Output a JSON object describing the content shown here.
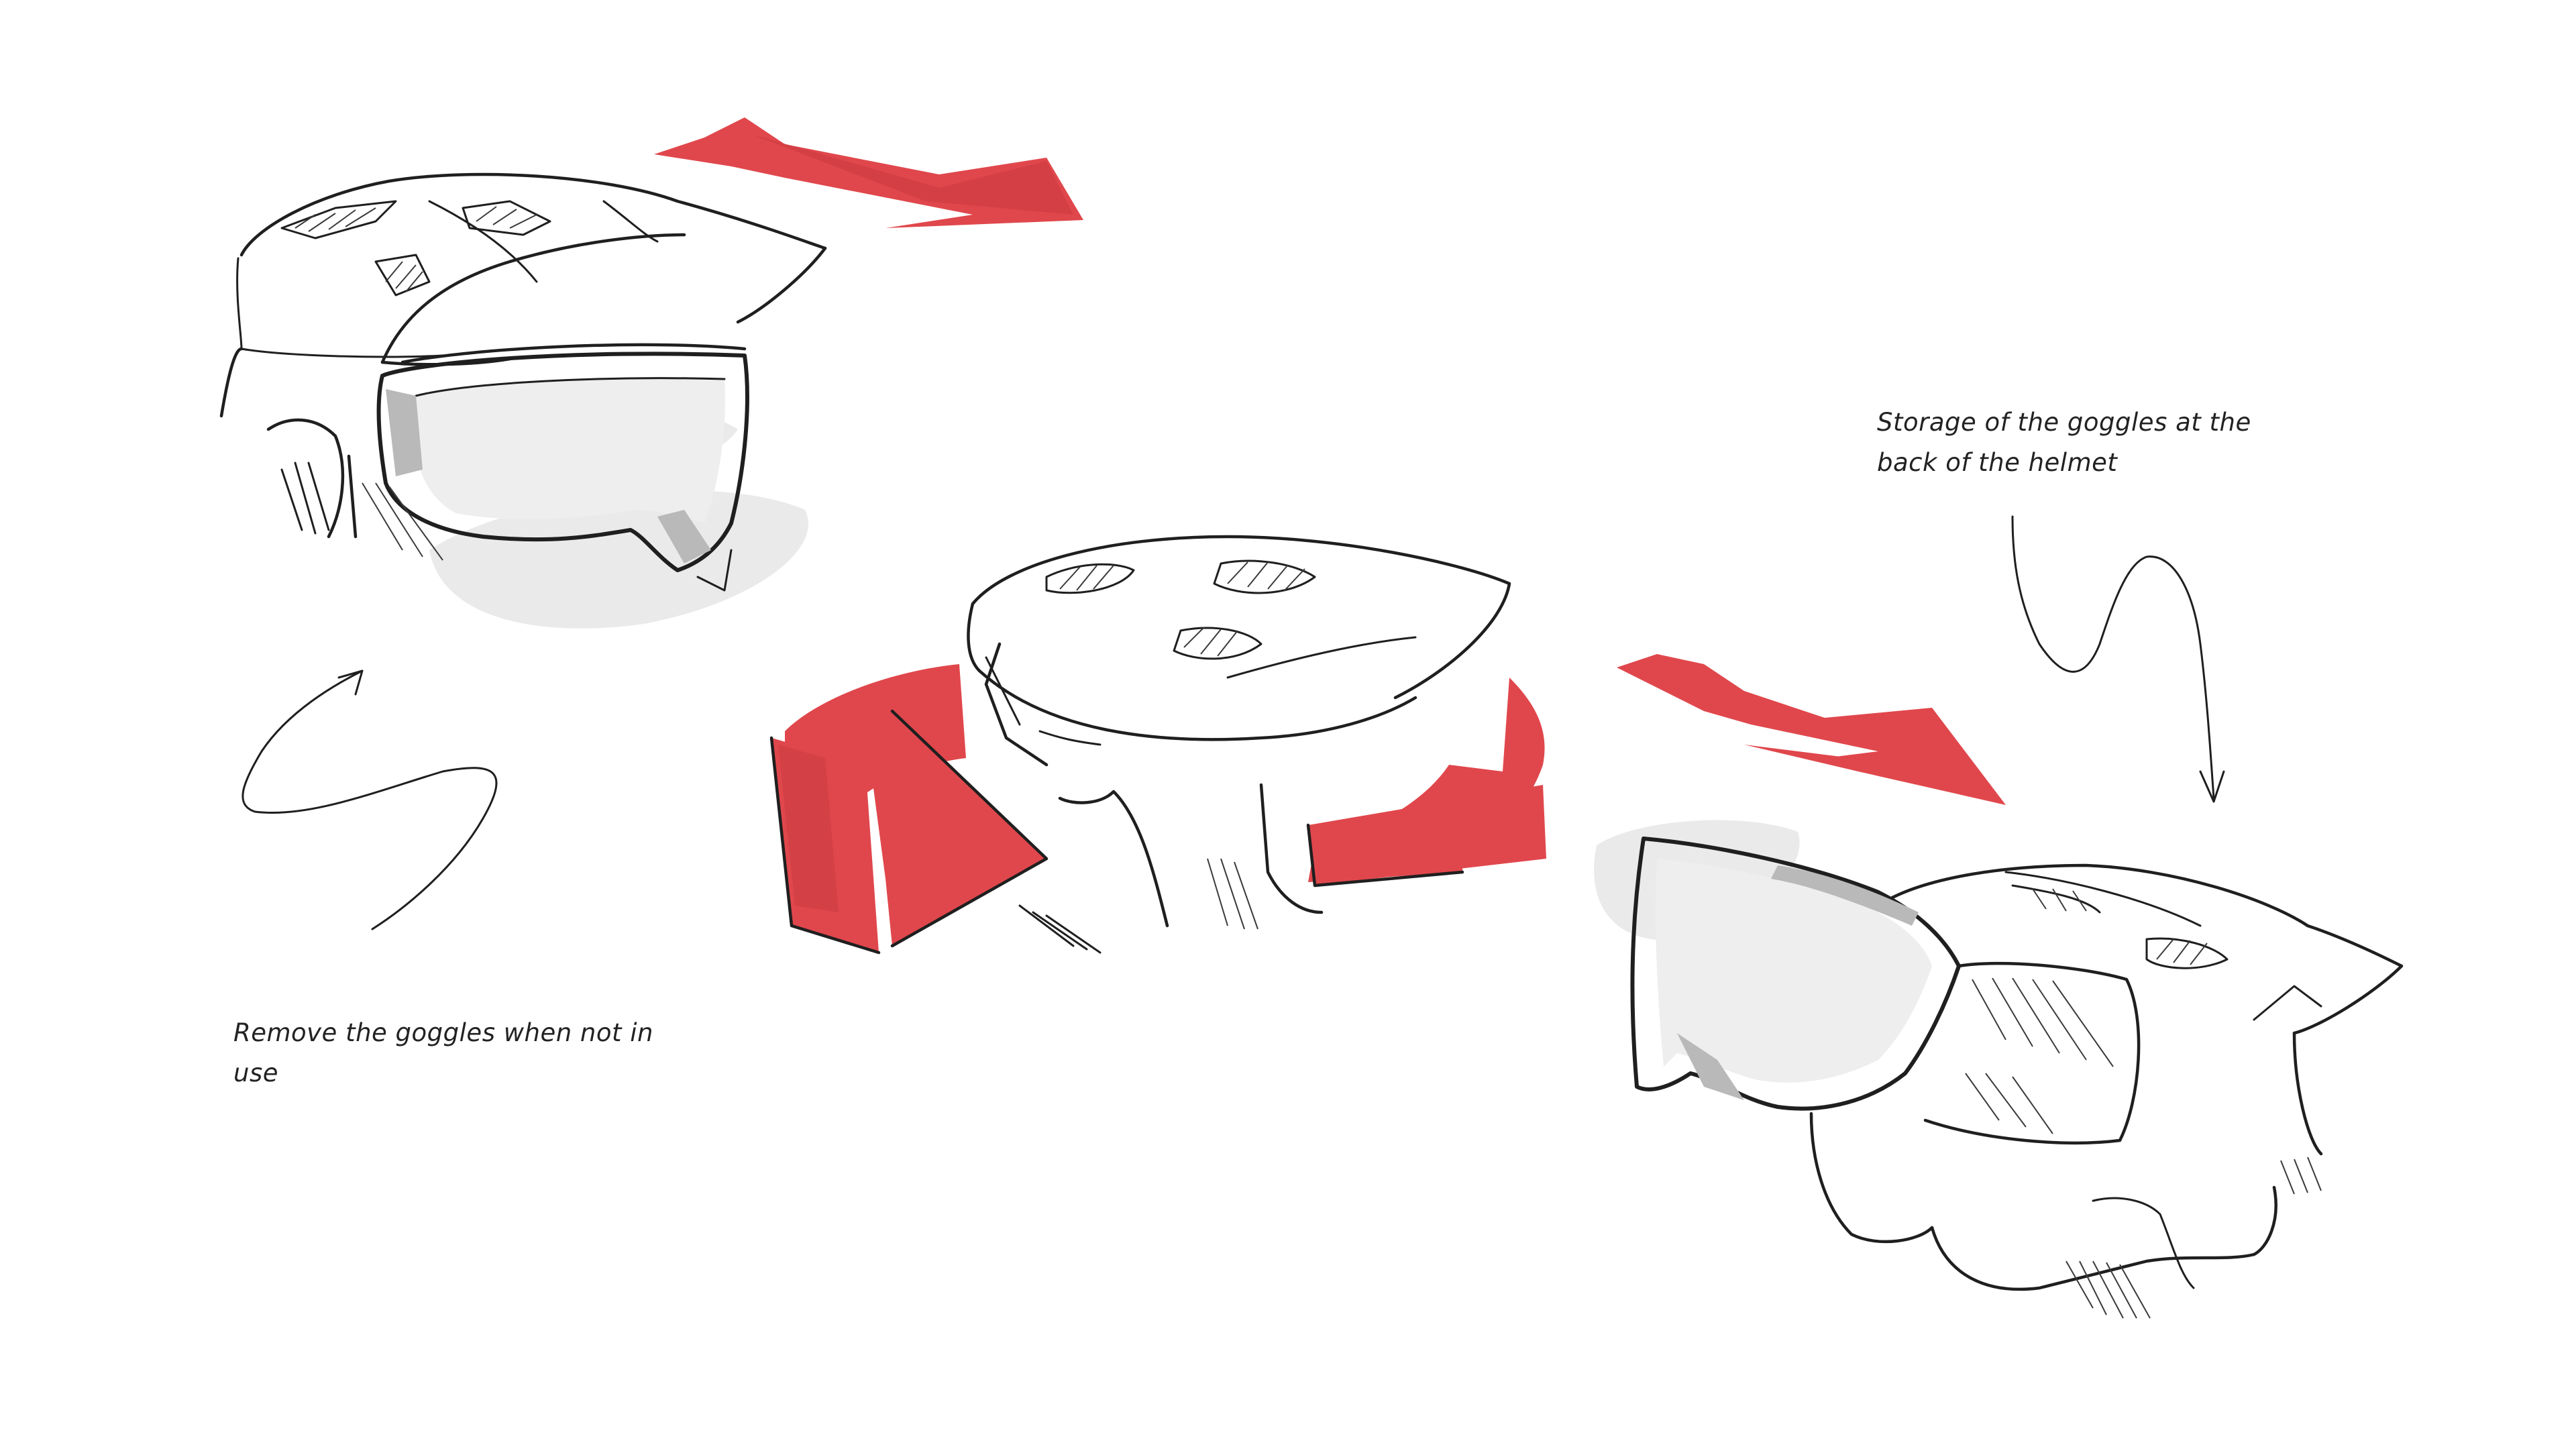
{
  "annotations": {
    "remove_goggles": "Remove the goggles when not in use",
    "storage_goggles": "Storage of the goggles at the back of the helmet"
  },
  "colors": {
    "arrow_red": "#e0474c",
    "arrow_red_dark": "#c93a3f",
    "ink": "#1f1f1f",
    "shade_gray": "#d9d9d9",
    "lens_gray": "#eeeeee"
  },
  "icons": {
    "flow_arrow_top": "red-right-arrow",
    "flow_arrow_right": "red-right-arrow",
    "rotation_arrow": "red-circular-arrow",
    "squiggle_left": "hand-drawn-curved-arrow-up",
    "squiggle_right": "hand-drawn-curved-arrow-down"
  }
}
